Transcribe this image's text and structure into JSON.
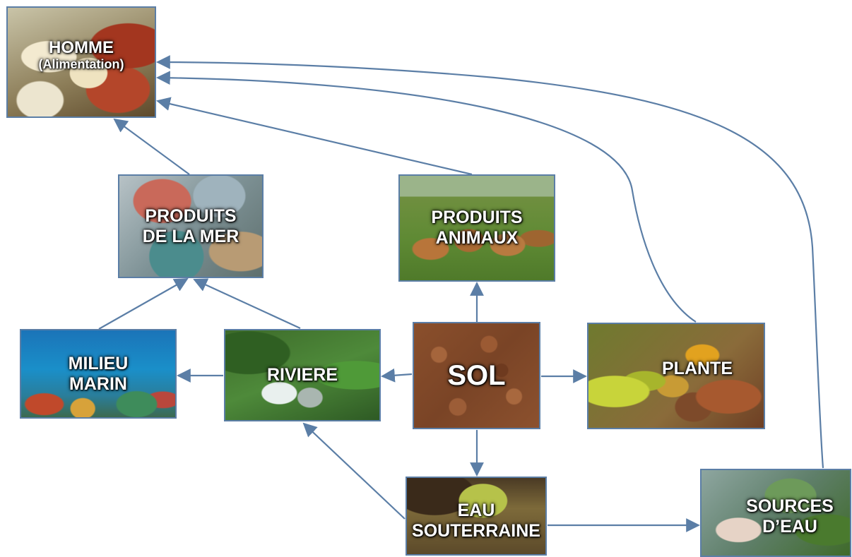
{
  "diagram": {
    "nodes": {
      "homme": {
        "line1": "HOMME",
        "line2": "(Alimentation)"
      },
      "produits_mer": {
        "line1": "PRODUITS",
        "line2": "DE LA MER"
      },
      "produits_animaux": {
        "line1": "PRODUITS",
        "line2": "ANIMAUX"
      },
      "milieu_marin": {
        "line1": "MILIEU",
        "line2": "MARIN"
      },
      "riviere": {
        "label": "RIVIERE"
      },
      "sol": {
        "label": "SOL"
      },
      "plante": {
        "label": "PLANTE"
      },
      "eau_souterraine": {
        "line1": "EAU",
        "line2": "SOUTERRAINE"
      },
      "sources_eau": {
        "line1": "SOURCES",
        "line2": "D’EAU"
      }
    },
    "edges": [
      {
        "from": "sol",
        "to": "produits_animaux"
      },
      {
        "from": "sol",
        "to": "plante"
      },
      {
        "from": "sol",
        "to": "riviere"
      },
      {
        "from": "sol",
        "to": "eau_souterraine"
      },
      {
        "from": "riviere",
        "to": "milieu_marin"
      },
      {
        "from": "riviere",
        "to": "produits_mer"
      },
      {
        "from": "milieu_marin",
        "to": "produits_mer"
      },
      {
        "from": "eau_souterraine",
        "to": "riviere"
      },
      {
        "from": "eau_souterraine",
        "to": "sources_eau"
      },
      {
        "from": "produits_mer",
        "to": "homme"
      },
      {
        "from": "produits_animaux",
        "to": "homme"
      },
      {
        "from": "plante",
        "to": "homme"
      },
      {
        "from": "sources_eau",
        "to": "homme"
      }
    ],
    "colors": {
      "edge": "#5b7ea6",
      "border": "#5b7ea6",
      "label": "#ffffff"
    }
  }
}
